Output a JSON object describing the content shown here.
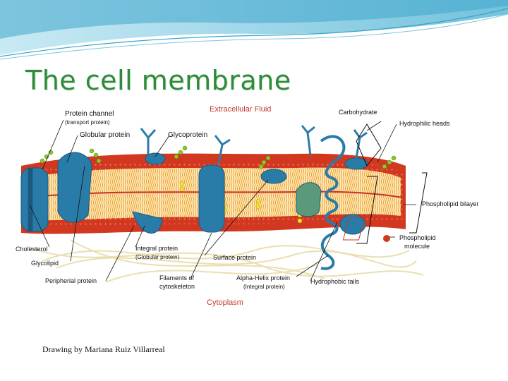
{
  "slide": {
    "title": "The cell membrane",
    "credit": "Drawing by Mariana Ruiz Villarreal"
  },
  "diagram": {
    "regions": {
      "extracellular": "Extracellular Fluid",
      "cytoplasm": "Cytoplasm"
    },
    "labels": {
      "protein_channel": "Protein channel",
      "protein_channel_sub": "(transport protein)",
      "globular_protein": "Globular protein",
      "glycoprotein": "Glycoprotein",
      "carbohydrate": "Carbohydrate",
      "hydrophilic_heads": "Hydrophilic heads",
      "phospholipid_bilayer": "Phospholipid bilayer",
      "phospholipid_molecule_1": "Phospholipid",
      "phospholipid_molecule_2": "molecule",
      "cholesterol": "Cholesterol",
      "glycolipid": "Glycolipid",
      "integral_protein": "Integral protein",
      "integral_protein_sub": "(Globular protein)",
      "surface_protein": "Surface protein",
      "peripherial_protein": "Peripherial protein",
      "filaments_1": "Filaments of",
      "filaments_2": "cytoskeleton",
      "alpha_helix": "Alpha-Helix protein",
      "alpha_helix_sub": "(Integral protein)",
      "hydrophobic_tails": "Hydrophobic tails"
    },
    "colors": {
      "title": "#2e8b3a",
      "region_label": "#c0392b",
      "heads": "#d2381f",
      "tails": "#f0a020",
      "protein": "#2a7ca8",
      "glyco_chain": "#8ac926",
      "cholesterol": "#f5e02a",
      "filament": "#e9dfb0"
    }
  }
}
